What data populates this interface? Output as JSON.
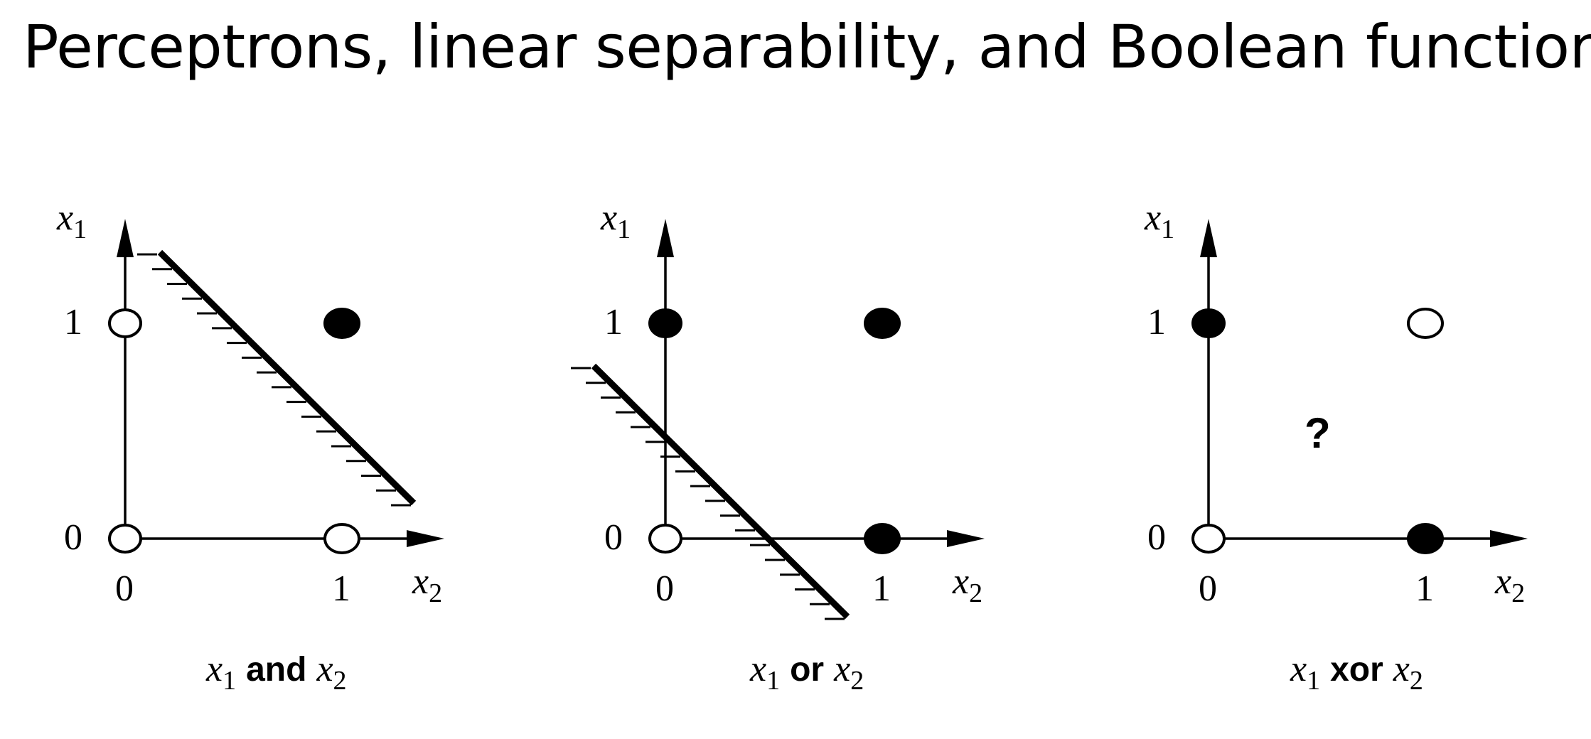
{
  "title": "Perceptrons, linear separability, and Boolean functions",
  "panels": [
    {
      "id": "and",
      "caption": {
        "var1": "x",
        "sub1": "1",
        "op": "and",
        "var2": "x",
        "sub2": "2"
      },
      "y_axis": {
        "var": "x",
        "sub": "1"
      },
      "x_axis": {
        "var": "x",
        "sub": "2"
      },
      "ticks": {
        "x0": "0",
        "x1": "1",
        "y0": "0",
        "y1": "1"
      },
      "points": {
        "p00": "open",
        "p01": "open",
        "p10": "open",
        "p11": "filled"
      },
      "separator": true,
      "question_mark": ""
    },
    {
      "id": "or",
      "caption": {
        "var1": "x",
        "sub1": "1",
        "op": "or",
        "var2": "x",
        "sub2": "2"
      },
      "y_axis": {
        "var": "x",
        "sub": "1"
      },
      "x_axis": {
        "var": "x",
        "sub": "2"
      },
      "ticks": {
        "x0": "0",
        "x1": "1",
        "y0": "0",
        "y1": "1"
      },
      "points": {
        "p00": "open",
        "p01": "filled",
        "p10": "filled",
        "p11": "filled"
      },
      "separator": true,
      "question_mark": ""
    },
    {
      "id": "xor",
      "caption": {
        "var1": "x",
        "sub1": "1",
        "op": "xor",
        "var2": "x",
        "sub2": "2"
      },
      "y_axis": {
        "var": "x",
        "sub": "1"
      },
      "x_axis": {
        "var": "x",
        "sub": "2"
      },
      "ticks": {
        "x0": "0",
        "x1": "1",
        "y0": "0",
        "y1": "1"
      },
      "points": {
        "p00": "open",
        "p01": "filled",
        "p10": "filled",
        "p11": "open"
      },
      "separator": false,
      "question_mark": "?"
    }
  ]
}
